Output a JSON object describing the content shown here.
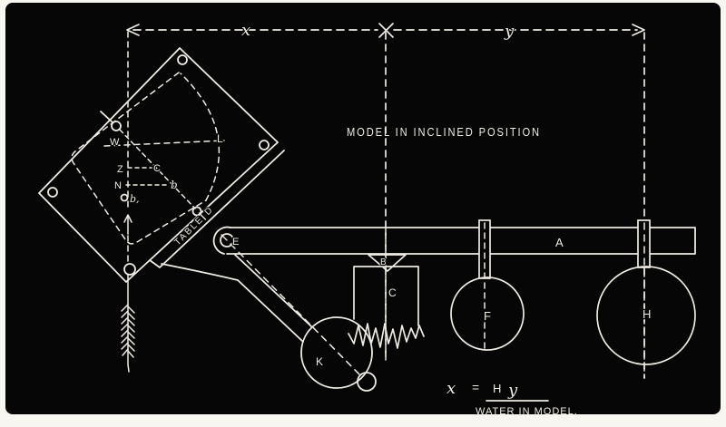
{
  "colors": {
    "page": "#f7f6f1",
    "panel": "#060606",
    "ink": "#edebe2"
  },
  "title": "MODEL IN INCLINED POSITION",
  "dimension_labels": {
    "x": "x",
    "y": "y"
  },
  "table": {
    "edge_label_word": "TABLE",
    "edge_label_letter": "D",
    "points": {
      "w": "W",
      "l": "L",
      "z": "Z",
      "c": "C",
      "n": "N",
      "b": "b",
      "b1": "b,"
    }
  },
  "apparatus": {
    "beam": "A",
    "pivot": "E",
    "knife_edge": "B",
    "tank": "C",
    "counterweight": "K",
    "weight_f": "F",
    "weight_h": "H"
  },
  "formula": {
    "lhs": "x",
    "eq": "=",
    "num_h": "H",
    "num_y": "y",
    "den": "WATER IN MODEL."
  }
}
